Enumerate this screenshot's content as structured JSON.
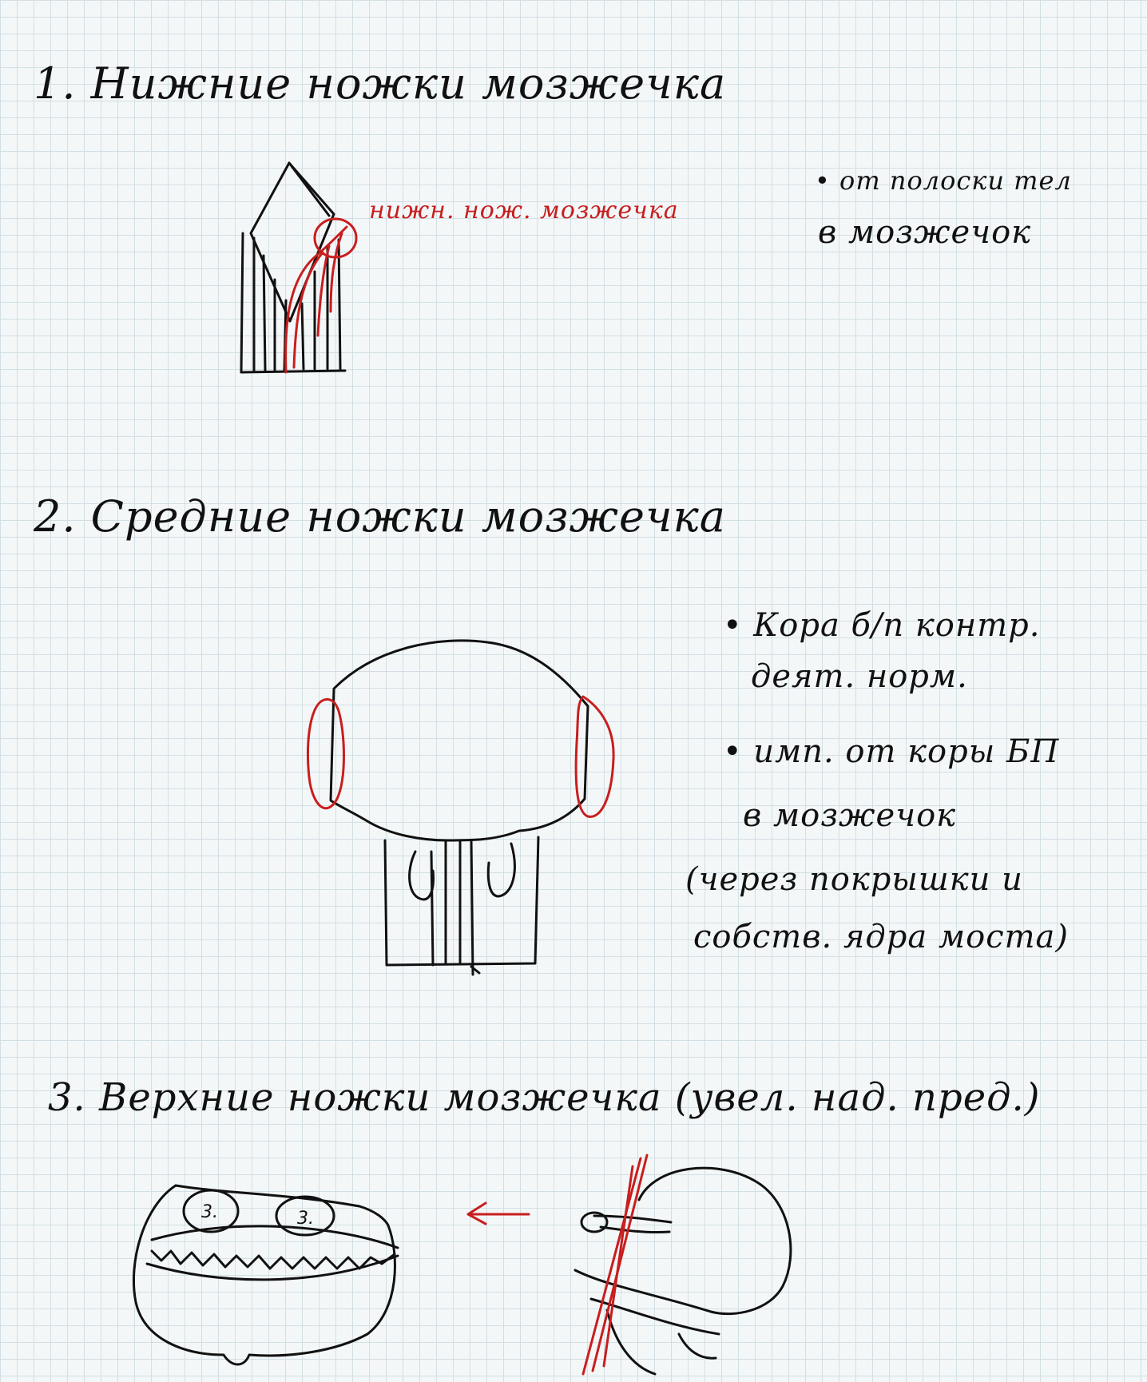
{
  "sections": [
    {
      "heading": "1. Нижние ножки мозжечка",
      "diagram_label": "нижн. нож. мозжечка",
      "notes": [
        "• от полоски тел",
        "в мозжечок"
      ]
    },
    {
      "heading": "2. Средние ножки мозжечка",
      "notes": [
        "• Кора б/п контр.",
        "деят. норм.",
        "• имп. от коры БП",
        "в мозжечок",
        "(через покрышки и",
        "собств. ядра моста)"
      ]
    },
    {
      "heading": "3. Верхние ножки мозжечка (увел. над. пред.)",
      "diagram_labels": [
        "3.",
        "3."
      ]
    }
  ],
  "colors": {
    "ink": "#111111",
    "red_ink": "#c81e1e",
    "paper": "#f4f7f8",
    "grid": "#d2dfe4"
  }
}
